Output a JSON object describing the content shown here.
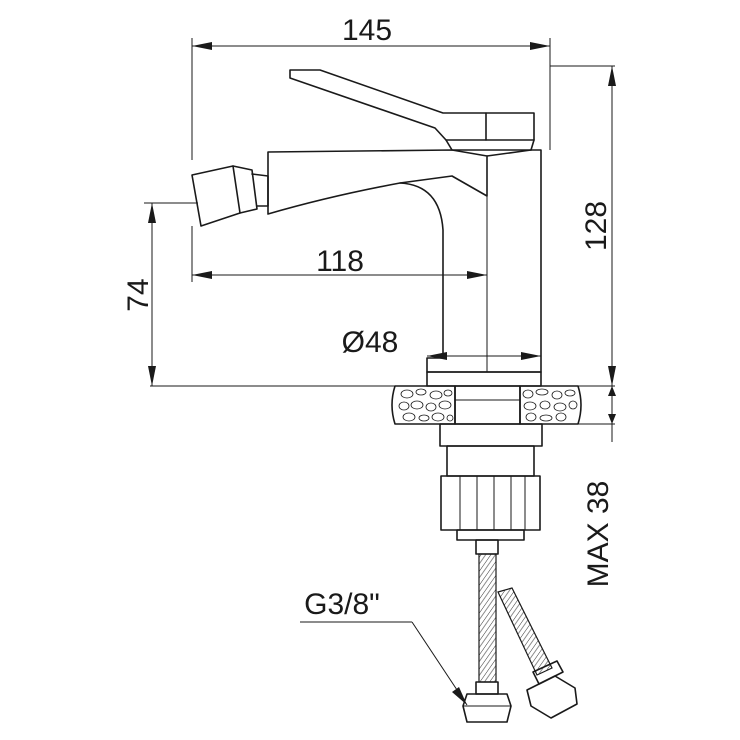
{
  "drawing": {
    "dim_width_total": "145",
    "dim_spout_reach": "118",
    "dim_base_diameter": "Ø48",
    "dim_height_total": "128",
    "dim_spout_height": "74",
    "dim_max_thickness": "MAX 38",
    "connection_thread": "G3/8\""
  }
}
